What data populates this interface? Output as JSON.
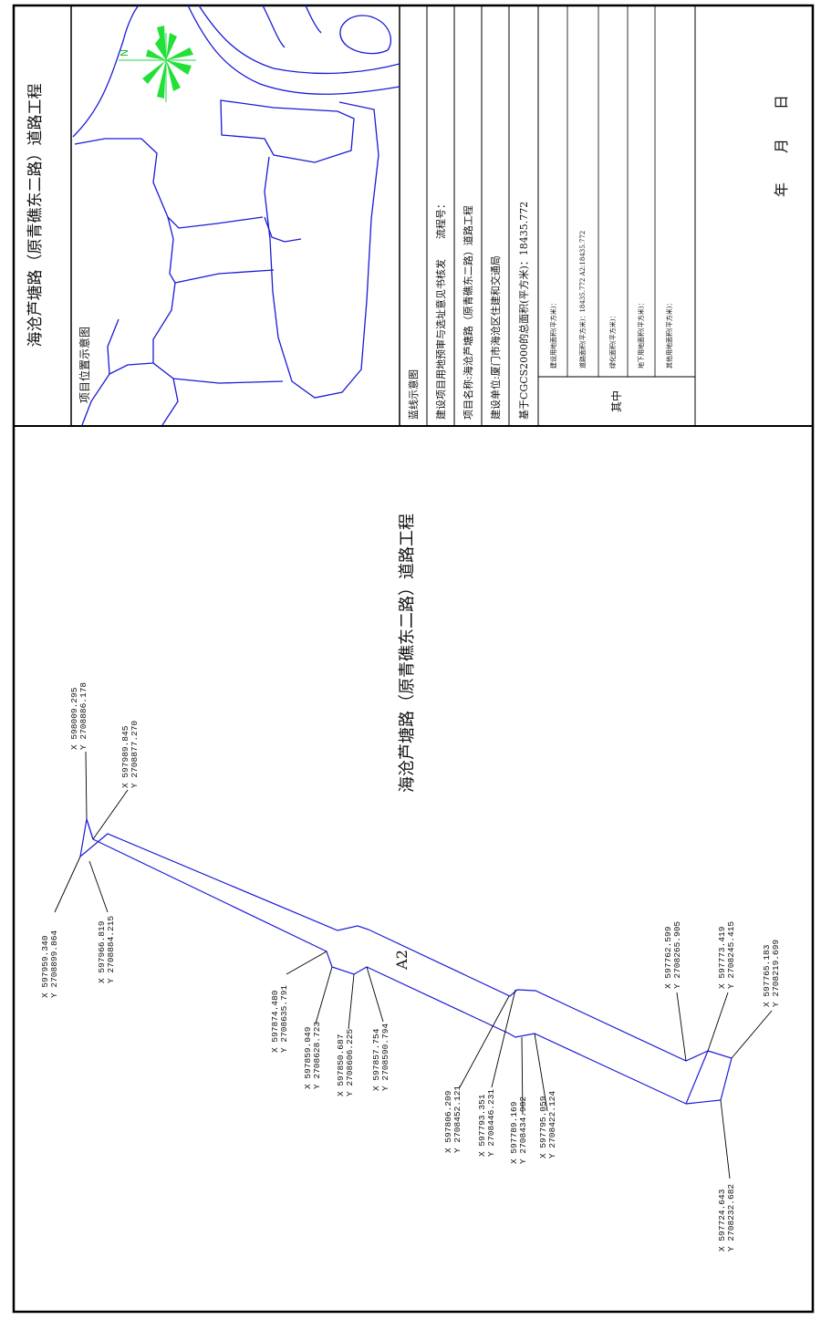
{
  "drawing": {
    "title": "海沧芦塘路（原青礁东二路）道路工程",
    "location_map": {
      "title": "项目位置示意图",
      "north_label": "N"
    },
    "info_panel": {
      "rows": [
        "蓝线示意图",
        "建设项目用地预审与选址意见书核发　　流程号：",
        "项目名称:海沧芦塘路（原青礁东二路）道路工程",
        "建设单位:厦门市海沧区住建和交通局",
        "基于CGCS2000的总面积(平方米)：18435.772"
      ],
      "breakdown_label": "其中",
      "breakdown": [
        "建设用地面积(平方米)：",
        "道路面积(平方米)：18435.772  A2:18435.772",
        "绿化面积(平方米)：",
        "地下用地面积(平方米)：",
        "其他用地面积(平方米)："
      ],
      "date_text": "年　　月　　日"
    },
    "main_title": "海沧芦塘路（原青礁东二路）道路工程",
    "parcel_label": "A2",
    "coordinates": [
      {
        "x": "X  598009.295",
        "y": "Y  2708886.178"
      },
      {
        "x": "X  597989.845",
        "y": "Y  2708877.270"
      },
      {
        "x": "X  597959.340",
        "y": "Y  2708899.864"
      },
      {
        "x": "X  597966.819",
        "y": "Y  2708884.215"
      },
      {
        "x": "X  597874.480",
        "y": "Y  2708635.791"
      },
      {
        "x": "X  597859.049",
        "y": "Y  2708628.723"
      },
      {
        "x": "X  597850.687",
        "y": "Y  2708606.225"
      },
      {
        "x": "X  597857.754",
        "y": "Y  2708590.794"
      },
      {
        "x": "X  597806.209",
        "y": "Y  2708452.121"
      },
      {
        "x": "X  597793.351",
        "y": "Y  2708446.231"
      },
      {
        "x": "X  597789.169",
        "y": "Y  2708434.982"
      },
      {
        "x": "X  597795.059",
        "y": "Y  2708422.124"
      },
      {
        "x": "X  597762.599",
        "y": "Y  2708265.905"
      },
      {
        "x": "X  597773.419",
        "y": "Y  2708245.415"
      },
      {
        "x": "X  597765.183",
        "y": "Y  2708219.699"
      },
      {
        "x": "X  597724.643",
        "y": "Y  2708232.682"
      }
    ]
  }
}
